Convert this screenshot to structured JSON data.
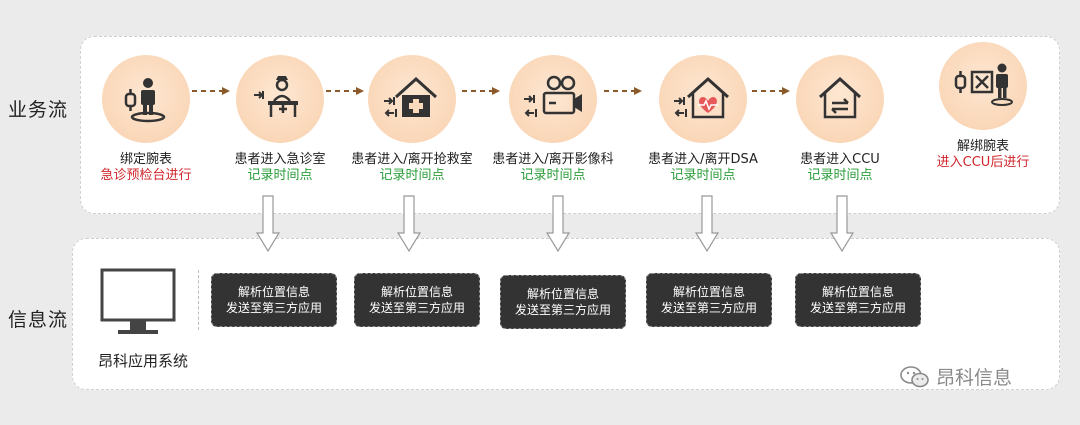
{
  "rows": {
    "business": "业务流",
    "info": "信息流"
  },
  "stages": [
    {
      "name": "绑定腕表",
      "note": "急诊预检台进行",
      "note_color": "#d0262b",
      "icon": "wristband-person-icon"
    },
    {
      "name": "患者进入急诊室",
      "note": "记录时间点",
      "note_color": "#2a9d3a",
      "icon": "nurse-desk-icon"
    },
    {
      "name": "患者进入/离开抢救室",
      "note": "记录时间点",
      "note_color": "#2a9d3a",
      "icon": "hospital-cross-icon"
    },
    {
      "name": "患者进入/离开影像科",
      "note": "记录时间点",
      "note_color": "#2a9d3a",
      "icon": "camera-icon"
    },
    {
      "name": "患者进入/离开DSA",
      "note": "记录时间点",
      "note_color": "#2a9d3a",
      "icon": "heartbeat-house-icon"
    },
    {
      "name": "患者进入CCU",
      "note": "记录时间点",
      "note_color": "#2a9d3a",
      "icon": "transfer-house-icon"
    },
    {
      "name": "解绑腕表",
      "note": "进入CCU后进行",
      "note_color": "#d0262b",
      "icon": "unbind-wristband-icon"
    }
  ],
  "info_boxes": [
    {
      "line1": "解析位置信息",
      "line2": "发送至第三方应用"
    },
    {
      "line1": "解析位置信息",
      "line2": "发送至第三方应用"
    },
    {
      "line1": "解析位置信息",
      "line2": "发送至第三方应用"
    },
    {
      "line1": "解析位置信息",
      "line2": "发送至第三方应用"
    },
    {
      "line1": "解析位置信息",
      "line2": "发送至第三方应用"
    }
  ],
  "system": {
    "label": "昂科应用系统",
    "icon": "monitor-icon"
  },
  "watermark": {
    "text": "昂科信息",
    "icon": "wechat-icon"
  },
  "colors": {
    "accent_green": "#2a9d3a",
    "accent_red": "#d0262b",
    "circle_fill": "#f9d0ad",
    "info_box_fill": "#333333"
  }
}
